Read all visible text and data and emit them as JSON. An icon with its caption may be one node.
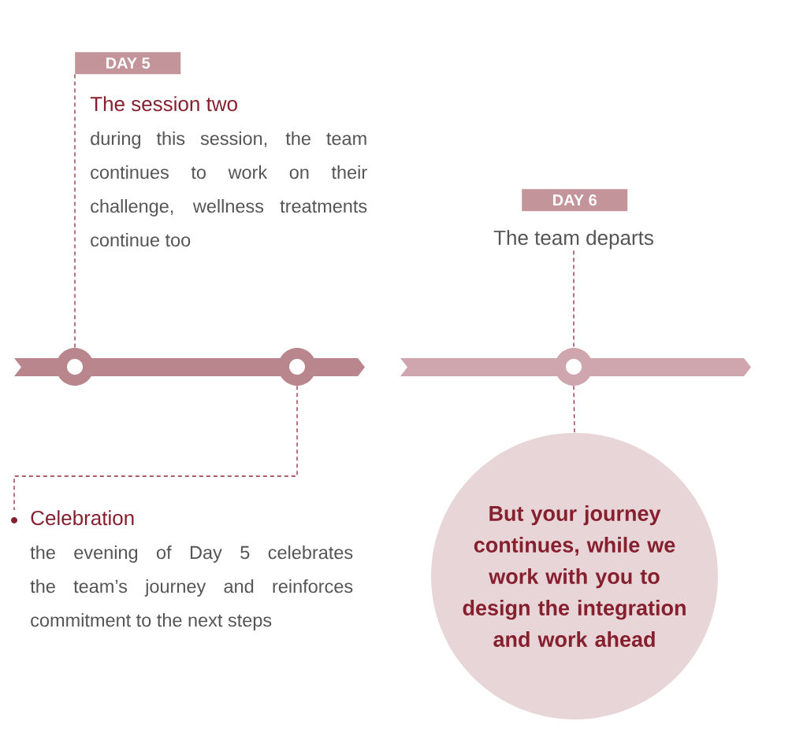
{
  "diagram": {
    "nodes": [
      {
        "text": [
          "DAY 5"
        ]
      },
      {
        "text": [
          "The session two",
          "during this session, the team continues to work on their challenge, wellness treatments continue too"
        ]
      },
      {
        "text": [],
        "shape": "circle"
      },
      {
        "text": [],
        "shape": "circle"
      },
      {
        "text": [
          "Celebration",
          "the evening of Day 5 celebrates the team’s journey and reinforces commitment to the next steps"
        ]
      },
      {
        "text": [
          "DAY 6"
        ]
      },
      {
        "text": [
          "The team departs"
        ]
      },
      {
        "text": [],
        "shape": "circle"
      },
      {
        "text": [
          "But your journey continues, while we work with you to design the integration and work ahead"
        ]
      },
      {
        "text": [],
        "shape": "bar"
      },
      {
        "text": [],
        "shape": "bar"
      }
    ],
    "edges": [
      {
        "from": 0,
        "to": 2,
        "arrow": "none",
        "style": "dashed"
      },
      {
        "from": 3,
        "to": 4,
        "arrow": "none",
        "style": "dashed"
      },
      {
        "from": 6,
        "to": 7,
        "arrow": "none",
        "style": "dashed"
      },
      {
        "from": 7,
        "to": 8,
        "arrow": "none",
        "style": "dashed"
      }
    ]
  }
}
